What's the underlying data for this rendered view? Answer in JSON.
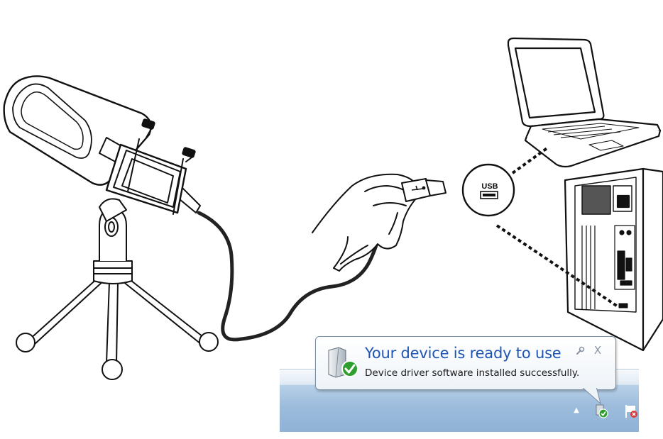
{
  "usb_badge": {
    "label": "USB"
  },
  "notification": {
    "title": "Your device is ready to use",
    "message": "Device driver software installed successfully.",
    "close_label": "X"
  },
  "icons": {
    "microphone": "microphone-icon",
    "usb_plug": "usb-plug-icon",
    "laptop": "laptop-icon",
    "desktop_tower": "desktop-tower-icon",
    "usb_port": "usb-port-icon",
    "device_ready": "device-check-icon",
    "options": "wrench-icon",
    "tray_expand": "chevron-up-icon",
    "tray_device": "device-check-icon",
    "tray_flag": "action-center-flag-icon"
  },
  "colors": {
    "title_blue": "#1e55b3",
    "taskbar_blue": "#9dbcdc",
    "check_green": "#2e9e2e",
    "line_art": "#111111"
  }
}
